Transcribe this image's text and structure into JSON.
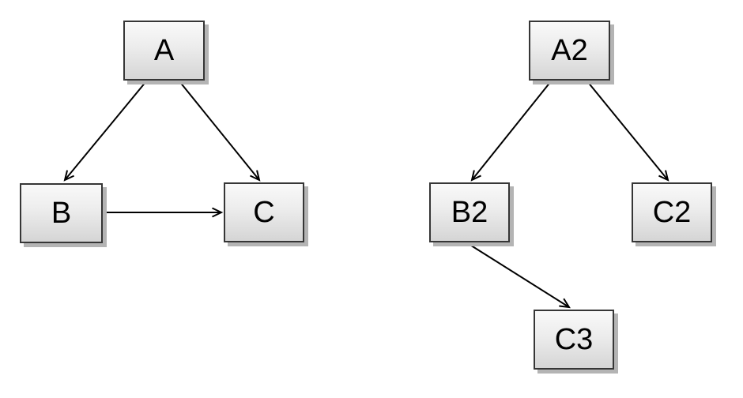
{
  "diagram": {
    "background_color": "#ffffff",
    "node_style": {
      "fill_gradient_top": "#f9f9f9",
      "fill_gradient_bottom": "#d5d5d5",
      "border_color": "#363636",
      "shadow_color": "#b4b4b4",
      "text_color": "#000000",
      "edge_color": "#000000"
    },
    "left_graph": {
      "nodes": [
        {
          "id": "A",
          "label": "A"
        },
        {
          "id": "B",
          "label": "B"
        },
        {
          "id": "C",
          "label": "C"
        }
      ],
      "edges": [
        {
          "from": "A",
          "to": "B"
        },
        {
          "from": "A",
          "to": "C"
        },
        {
          "from": "B",
          "to": "C"
        }
      ]
    },
    "right_graph": {
      "nodes": [
        {
          "id": "A2",
          "label": "A2"
        },
        {
          "id": "B2",
          "label": "B2"
        },
        {
          "id": "C2",
          "label": "C2"
        },
        {
          "id": "C3",
          "label": "C3"
        }
      ],
      "edges": [
        {
          "from": "A2",
          "to": "B2"
        },
        {
          "from": "A2",
          "to": "C2"
        },
        {
          "from": "B2",
          "to": "C3"
        }
      ]
    }
  }
}
